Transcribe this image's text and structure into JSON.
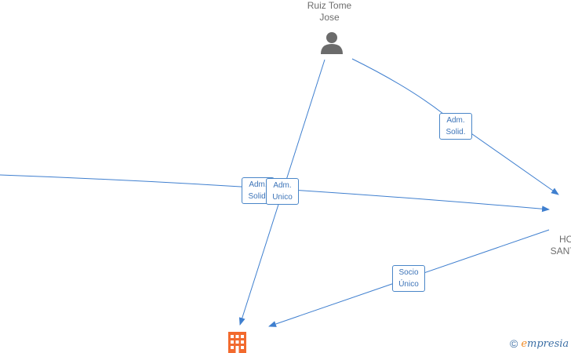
{
  "nodes": {
    "person": {
      "name_line1": "Ruiz Tome",
      "name_line2": "Jose"
    },
    "company_right": {
      "label_line1": "HO",
      "label_line2": "SANT..."
    }
  },
  "edge_labels": {
    "adm_solid_right": {
      "line1": "Adm.",
      "line2": "Solid."
    },
    "adm_solid_left": {
      "line1": "Adm.",
      "line2": "Solid."
    },
    "adm_unico": {
      "line1": "Adm.",
      "line2": "Unico"
    },
    "socio_unico": {
      "line1": "Socio",
      "line2": "Único"
    }
  },
  "watermark": {
    "copyright": "©",
    "brand_initial": "e",
    "brand_rest": "mpresia"
  },
  "colors": {
    "edge": "#3f7fcf",
    "person_icon": "#6b6b6b",
    "building_icon": "#f26a2e"
  }
}
